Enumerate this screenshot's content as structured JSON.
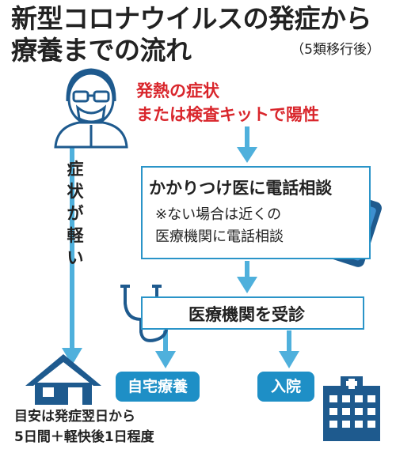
{
  "title": {
    "line1": "新型コロナウイルスの発症から",
    "line2": "療養までの流れ",
    "subtitle": "（5類移行後）"
  },
  "symptom": {
    "line1": "発熱の症状",
    "line2": "または検査キットで陽性"
  },
  "step1": {
    "title": "かかりつけ医に電話相談",
    "note_line1": "※ない場合は近くの",
    "note_line2": "医療機関に電話相談"
  },
  "step2": {
    "label": "医療機関を受診"
  },
  "outcomes": {
    "home": "自宅療養",
    "hospital": "入院"
  },
  "mild_path": {
    "chars": [
      "症",
      "状",
      "が",
      "軽",
      "い"
    ]
  },
  "recovery": {
    "line1": "目安は発症翌日から",
    "line2": "5日間＋軽快後1日程度"
  },
  "colors": {
    "accent": "#2a94c8",
    "arrow": "#4fb0dc",
    "highlight": "#d9262c",
    "text": "#222222",
    "icon": "#1e5a8e"
  },
  "icons": [
    "doctor-icon",
    "smartphone-icon",
    "stethoscope-icon",
    "house-icon",
    "hospital-icon"
  ]
}
